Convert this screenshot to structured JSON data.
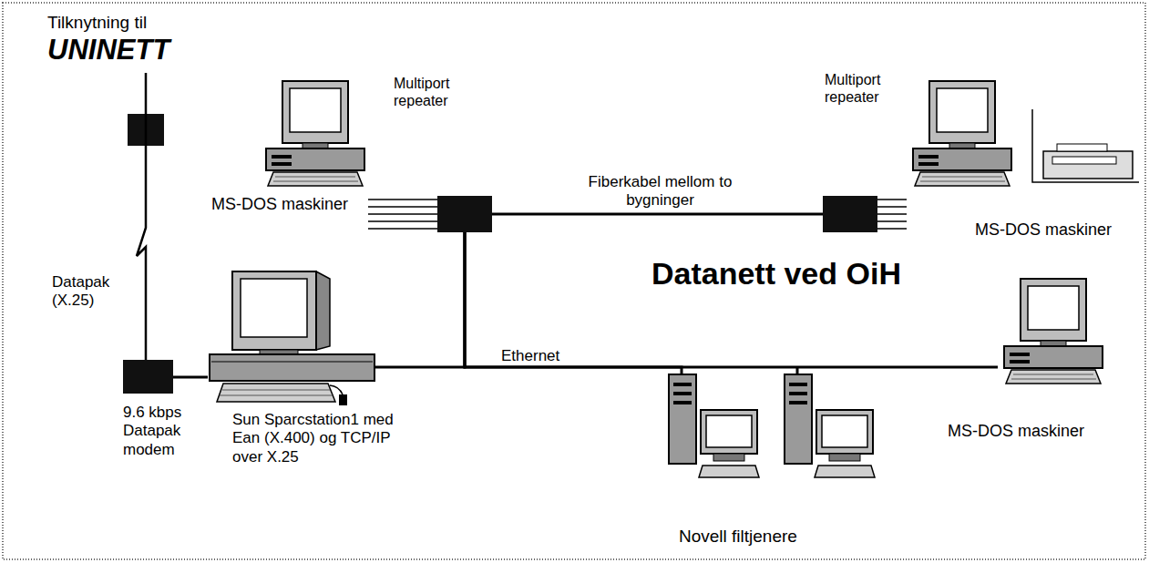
{
  "diagram": {
    "title": "Datanett ved OiH",
    "nodes": [
      {
        "text": [
          "Tilknytning til",
          "UNINETT"
        ]
      },
      {
        "text": [
          "MS-DOS maskiner"
        ]
      },
      {
        "text": [
          "Multiport repeater"
        ]
      },
      {
        "text": [
          "Multiport repeater"
        ]
      },
      {
        "text": [
          "MS-DOS maskiner"
        ]
      },
      {
        "text": [
          "9.6 kbps Datapak modem"
        ]
      },
      {
        "text": [
          "Sun Sparcstation1 med Ean (X.400) og TCP/IP over X.25"
        ]
      },
      {
        "text": [
          "Novell filtjenere"
        ]
      },
      {
        "text": [
          "MS-DOS maskiner"
        ]
      }
    ],
    "edges": [
      {
        "from": 0,
        "to": 5,
        "label": "Datapak (X.25)",
        "arrow": "none"
      },
      {
        "from": 5,
        "to": 6,
        "arrow": "none"
      },
      {
        "from": 1,
        "to": 2,
        "arrow": "none"
      },
      {
        "from": 2,
        "to": 3,
        "label": "Fiberkabel mellom to bygninger",
        "arrow": "none"
      },
      {
        "from": 3,
        "to": 4,
        "arrow": "none"
      },
      {
        "from": 6,
        "to": 2,
        "arrow": "none"
      },
      {
        "from": 2,
        "to": 8,
        "label": "Ethernet",
        "arrow": "none"
      },
      {
        "from": 2,
        "to": 7,
        "arrow": "none"
      }
    ]
  }
}
